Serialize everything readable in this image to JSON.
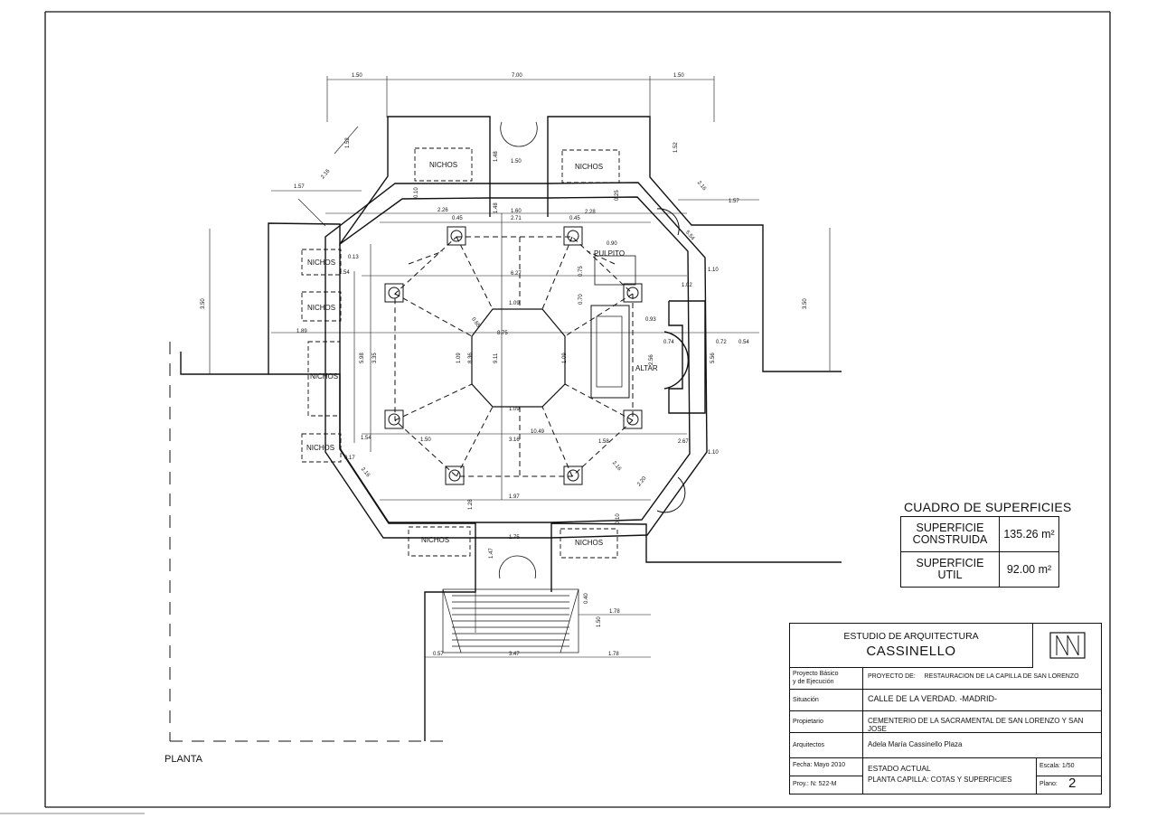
{
  "plan": {
    "label": "PLANTA",
    "rooms": {
      "nichos": "NICHOS",
      "pulpito": "PULPITO",
      "altar": "ALTAR"
    },
    "dimensions": {
      "top_150_left": "1.50",
      "top_700": "7.00",
      "top_150_right": "1.50",
      "d152_left": "1.52",
      "d152_right": "1.52",
      "d216_tl": "2.16",
      "d216_tr": "2.16",
      "d157_left": "1.57",
      "d157_right": "1.57",
      "d148_a": "1.48",
      "d148_b": "1.48",
      "d150_door": "1.50",
      "d010_a": "0.10",
      "d025": "0.25",
      "d350_left": "3.50",
      "d350_right": "3.50",
      "d226": "2.26",
      "d228": "2.28",
      "d160": "1.60",
      "d045_a": "0.45",
      "d271": "2.71",
      "d045_b": "0.45",
      "d554": "5.54",
      "d013": "0.13",
      "d154_a": "1.54",
      "d627": "6.27",
      "d110_a": "1.10",
      "d102": "1.02",
      "d090": "0.90",
      "d075": "0.75",
      "d070": "0.70",
      "d093": "0.93",
      "d109_top": "1.09",
      "d065_a": "0.65",
      "d875": "8.75",
      "d189": "1.89",
      "d074": "0.74",
      "d072": "0.72",
      "d054": "0.54",
      "d598": "5.98",
      "d335": "3.35",
      "d556": "5.56",
      "d109_v1": "1.09",
      "d836": "8.36",
      "d911": "9.11",
      "d109_v2": "1.09",
      "d256": "2.56",
      "d109_bot": "1.09",
      "d1049": "10.49",
      "d154_b": "1.54",
      "d150_b": "1.50",
      "d316": "3.16",
      "d158": "1.58",
      "d267": "2.67",
      "d110_b": "1.10",
      "d017": "0.17",
      "d216_bl": "2.16",
      "d216_br": "2.16",
      "d220": "2.20",
      "d128": "1.28",
      "d197": "1.97",
      "d010_b": "0.10",
      "d175": "1.75",
      "d147": "1.47",
      "d040": "0.40",
      "d178_a": "1.78",
      "d150_c": "1.50",
      "d057": "0.57",
      "d347": "3.47",
      "d178_b": "1.78"
    }
  },
  "superficies": {
    "title": "CUADRO DE SUPERFICIES",
    "rows": [
      {
        "name_line1": "SUPERFICIE",
        "name_line2": "CONSTRUIDA",
        "value": "135.26 m²"
      },
      {
        "name_line1": "SUPERFICIE",
        "name_line2": "UTIL",
        "value": "92.00 m²"
      }
    ]
  },
  "title_block": {
    "studio": "ESTUDIO DE ARQUITECTURA",
    "firm": "CASSINELLO",
    "project_key_line1": "Proyecto Básico",
    "project_key_line2": "y de Ejecución",
    "project_prefix": "PROYECTO DE:",
    "project_value": "RESTAURACION DE LA CAPILLA DE SAN LORENZO",
    "location_key": "Situación",
    "location_value": "CALLE DE LA VERDAD. -MADRID-",
    "owner_key": "Propietario",
    "owner_value": "CEMENTERIO DE LA SACRAMENTAL DE SAN LORENZO Y SAN JOSE",
    "architects_key": "Arquitectos",
    "architects_value": "Adela María  Cassinello Plaza",
    "date": "Fecha: Mayo 2010",
    "proy_n": "Proy.: N: 522-M",
    "state": "ESTADO ACTUAL",
    "sheet_desc": "PLANTA CAPILLA: COTAS Y SUPERFICIES",
    "scale": "Escala: 1/50",
    "plano_key": "Plano:",
    "plano_value": "2"
  }
}
